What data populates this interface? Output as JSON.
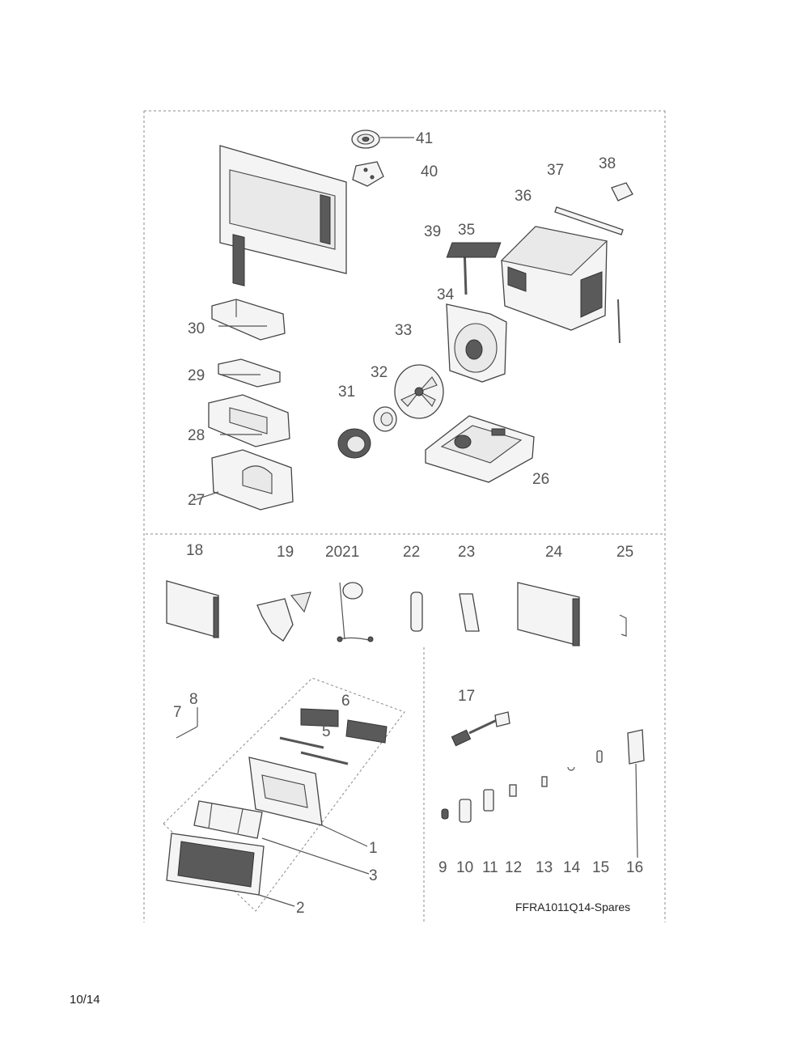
{
  "diagram": {
    "code": "FFRA1011Q14-Spares",
    "labels": {
      "p1": "1",
      "p2": "2",
      "p3": "3",
      "p5": "5",
      "p6": "6",
      "p7": "7",
      "p8": "8",
      "p9": "9",
      "p10": "10",
      "p11": "11",
      "p12": "12",
      "p13": "13",
      "p14": "14",
      "p15": "15",
      "p16": "16",
      "p17": "17",
      "p18": "18",
      "p19": "19",
      "p2021": "2021",
      "p22": "22",
      "p23": "23",
      "p24": "24",
      "p25": "25",
      "p26": "26",
      "p27": "27",
      "p28": "28",
      "p29": "29",
      "p30": "30",
      "p31": "31",
      "p32": "32",
      "p33": "33",
      "p34": "34",
      "p35": "35",
      "p36": "36",
      "p37": "37",
      "p38": "38",
      "p39": "39",
      "p40": "40",
      "p41": "41"
    }
  },
  "page": {
    "number": "10/14"
  },
  "colors": {
    "line": "#444444",
    "fill": "#f4f4f4",
    "dark": "#5a5a5a"
  }
}
